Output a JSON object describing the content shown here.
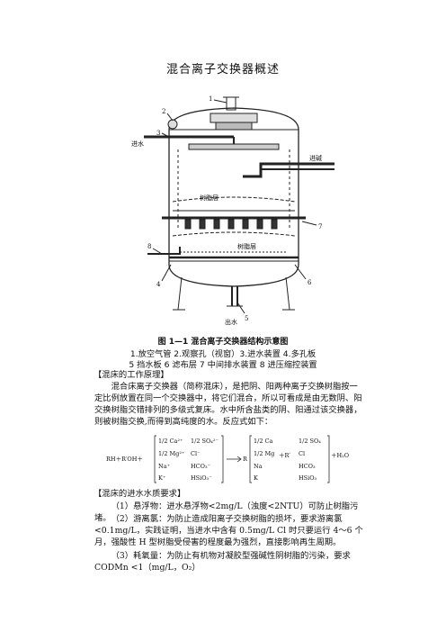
{
  "doc": {
    "title": "混合离子交换器概述",
    "figure": {
      "caption_title": "图 1—1 混合离子交换器结构示意图",
      "caption_line1": "1.放空气管 2.观察孔（视窗）3.进水装置 4.多孔板",
      "caption_line2": "5 挡水板 6 滤布层 7 中间排水装置 8 进压缩控装置",
      "labels": {
        "n1": "1",
        "n2": "2",
        "n3": "3",
        "n4": "4",
        "n5": "5",
        "n6": "6",
        "n7": "7",
        "n8": "8",
        "inlet": "进水",
        "alkali": "进碱",
        "resin": "树脂层",
        "resin2": "树脂层",
        "outlet": "出水"
      }
    },
    "section1": {
      "heading": "【混床的工作原理】",
      "para": "混合床离子交换器（简称混床），是把阴、阳两种离子交换树脂按一定比例放置在同一个交换器中，将它们混合，所以可看成是由无数阴、阳交换树脂交错排列的多级式复床。水中所含盐类的阴、阳通过该交换器，则被树脂交换,而得到高纯度的水。反应式如下："
    },
    "equation": {
      "left": "RH＋R′OH＋",
      "col1": [
        "1/2 Ca²⁺",
        "1/2 Mg²⁺",
        "Na⁺",
        "K⁺"
      ],
      "col2": [
        "1/2 SO₄²⁻",
        "Cl⁻",
        "HCO₃⁻",
        "HSiO₃⁻"
      ],
      "mid": "R",
      "col3": [
        "1/2 Ca",
        "1/2 Mg",
        "Na",
        "K"
      ],
      "plus2": "＋R′",
      "col4": [
        "1/2 SO₄",
        "Cl",
        "HCO₃",
        "HSiO₃"
      ],
      "right": "＋H₂O"
    },
    "section2": {
      "heading": "【混床的进水水质要求】",
      "item1": "（1）悬浮物：进水悬浮物<2mg/L（浊度<2NTU）可防止树脂污堵。",
      "item2": "（2）游离氯：为防止造成阳离子交换树脂的损坏，要求游离氯<0.1mg/L，实践证明，当进水中含有 0.5mg/L Cl 时只要运行 4～6 个月，强酸性 H 型树脂受侵害的程度最为强烈，直接影响再生周期。",
      "item3": "（3）耗氧量：为防止有机物对凝胶型强碱性阴树脂的污染，要求 CODMn <1（mg/L，O₂）"
    }
  }
}
